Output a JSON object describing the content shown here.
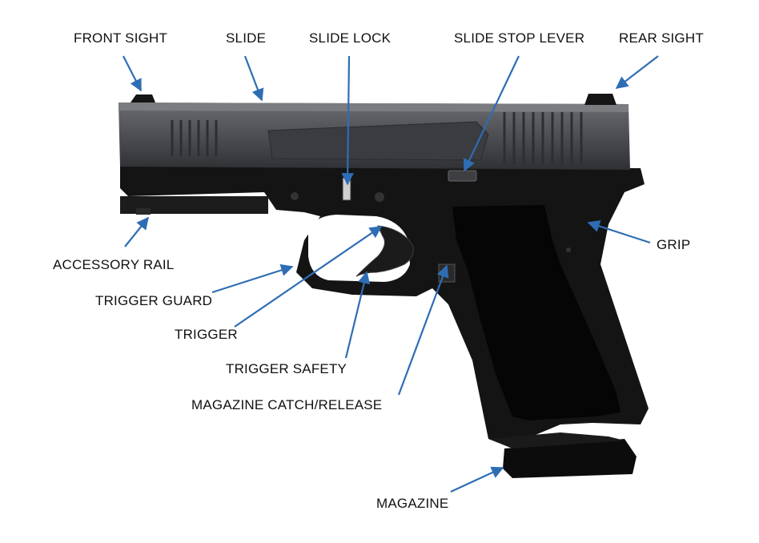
{
  "labels": {
    "front_sight": "FRONT SIGHT",
    "slide": "SLIDE",
    "slide_lock": "SLIDE LOCK",
    "slide_stop_lever": "SLIDE STOP LEVER",
    "rear_sight": "REAR SIGHT",
    "grip": "GRIP",
    "accessory_rail": "ACCESSORY RAIL",
    "trigger_guard": "TRIGGER GUARD",
    "trigger": "TRIGGER",
    "trigger_safety": "TRIGGER SAFETY",
    "magazine_catch_release": "MAGAZINE CATCH/RELEASE",
    "magazine": "MAGAZINE"
  },
  "colors": {
    "arrow": "#2e6db4",
    "slide": "#4a4c50",
    "frame": "#141414",
    "text": "#111111"
  }
}
